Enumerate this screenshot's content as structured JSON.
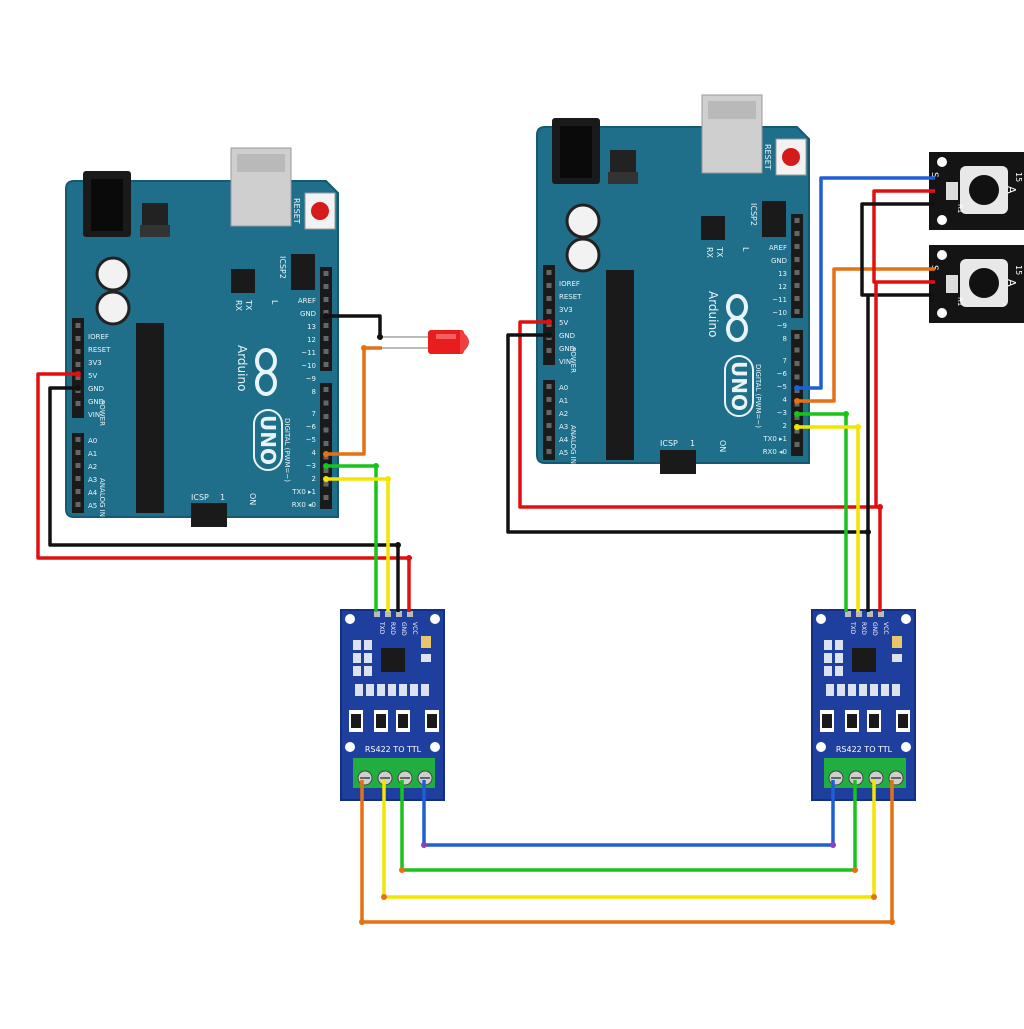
{
  "colors": {
    "board": "#1f6f8b",
    "board_edge": "#165a72",
    "board_text": "#e8f4f8",
    "header": "#1a1a1a",
    "module": "#1f3f9e",
    "module_edge": "#152f80",
    "terminal": "#1fae3f",
    "button_board": "#141414",
    "wire_red": "#e01010",
    "wire_black": "#111111",
    "wire_blue": "#1f5fd6",
    "wire_green": "#18c418",
    "wire_yellow": "#f2e600",
    "wire_orange": "#e67012"
  },
  "icons": {
    "logo": "infinity-logo-icon",
    "led": "led-icon",
    "button": "push-button-icon"
  },
  "arduino": {
    "brand": "Arduino",
    "tm": "™",
    "model": "UNO",
    "reset": "RESET",
    "icsp": "ICSP",
    "icsp2": "ICSP2",
    "on": "ON",
    "one": "1",
    "tx": "TX",
    "rx": "RX",
    "l": "L",
    "digital": "DIGITAL (PWM=~)",
    "power": "POWER",
    "analog": "ANALOG IN",
    "top_pins": [
      "AREF",
      "GND",
      "13",
      "12",
      "~11",
      "~10",
      "~9",
      "8"
    ],
    "mid_pins": [
      "7",
      "~6",
      "~5",
      "4",
      "~3",
      "2",
      "TX0 ▸1",
      "RX0 ◂0"
    ],
    "power_pins": [
      "IOREF",
      "RESET",
      "3V3",
      "5V",
      "GND",
      "GND",
      "VIN"
    ],
    "analog_pins": [
      "A0",
      "A1",
      "A2",
      "A3",
      "A4",
      "A5"
    ]
  },
  "rs422": {
    "title": "RS422 TO TTL",
    "pin_labels": [
      "TXD",
      "RXD",
      "GND",
      "VCC"
    ]
  },
  "buttons": {
    "s": "S",
    "minus": "-",
    "a": "A",
    "num": "15",
    "r": "R1"
  }
}
